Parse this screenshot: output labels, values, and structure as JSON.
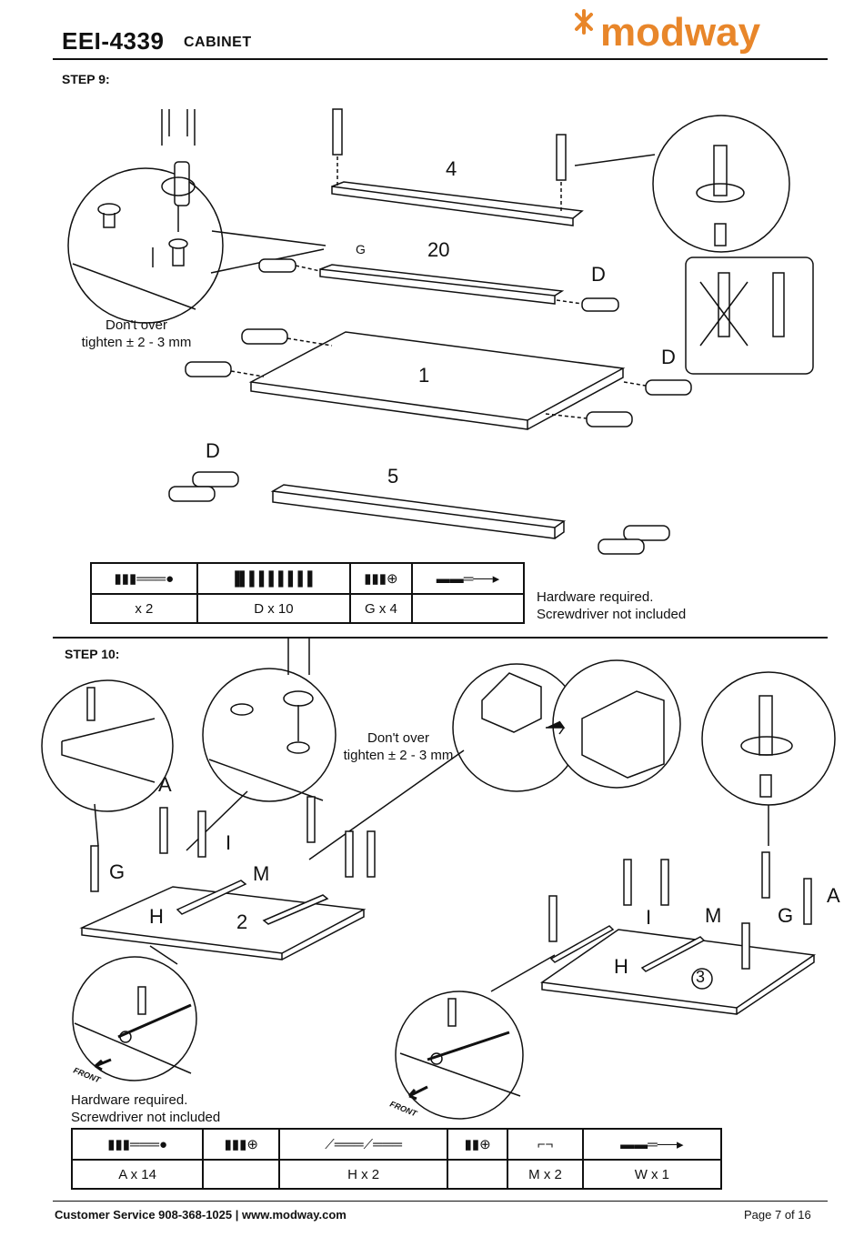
{
  "header": {
    "model_number": "EEI-4339",
    "product_name": "CABINET",
    "brand": "modway",
    "brand_color": "#e8862a"
  },
  "step9": {
    "title": "STEP 9:",
    "note_line1": "Don't over",
    "note_line2": "tighten ± 2 - 3 mm",
    "part_labels": {
      "p4": "4",
      "p20": "20",
      "p1": "1",
      "p5": "5",
      "d1": "D",
      "d2": "D",
      "d3": "D",
      "g": "G"
    },
    "hardware_table": {
      "icons": [
        "cam-bolt-icon",
        "dowel-icon",
        "screw-icon",
        "screwdriver-icon"
      ],
      "labels": [
        "x 2",
        "D x 10",
        "G x 4",
        ""
      ]
    },
    "hardware_note_line1": "Hardware required.",
    "hardware_note_line2": "Screwdriver not included"
  },
  "step10": {
    "title": "STEP 10:",
    "note_line1": "Don't over",
    "note_line2": "tighten ± 2 - 3 mm",
    "part_labels": {
      "a1": "A",
      "a2": "A",
      "g1": "G",
      "g2": "G",
      "h1": "H",
      "h2": "H",
      "i1": "I",
      "i2": "I",
      "m1": "M",
      "m2": "M",
      "p2": "2",
      "p3": "3",
      "front1": "FRONT",
      "front2": "FRONT"
    },
    "hardware_table": {
      "icons": [
        "cam-bolt-icon",
        "screw-icon",
        "drawer-rail-icon",
        "short-screw-icon",
        "bracket-icon",
        "screwdriver-icon"
      ],
      "labels": [
        "A x 14",
        "",
        "H x 2",
        "",
        "M x 2",
        "W x 1"
      ]
    },
    "hardware_note_line1": "Hardware required.",
    "hardware_note_line2": "Screwdriver not included"
  },
  "footer": {
    "customer_service": "Customer Service 908-368-1025 | www.modway.com",
    "page": "Page 7 of 16"
  }
}
